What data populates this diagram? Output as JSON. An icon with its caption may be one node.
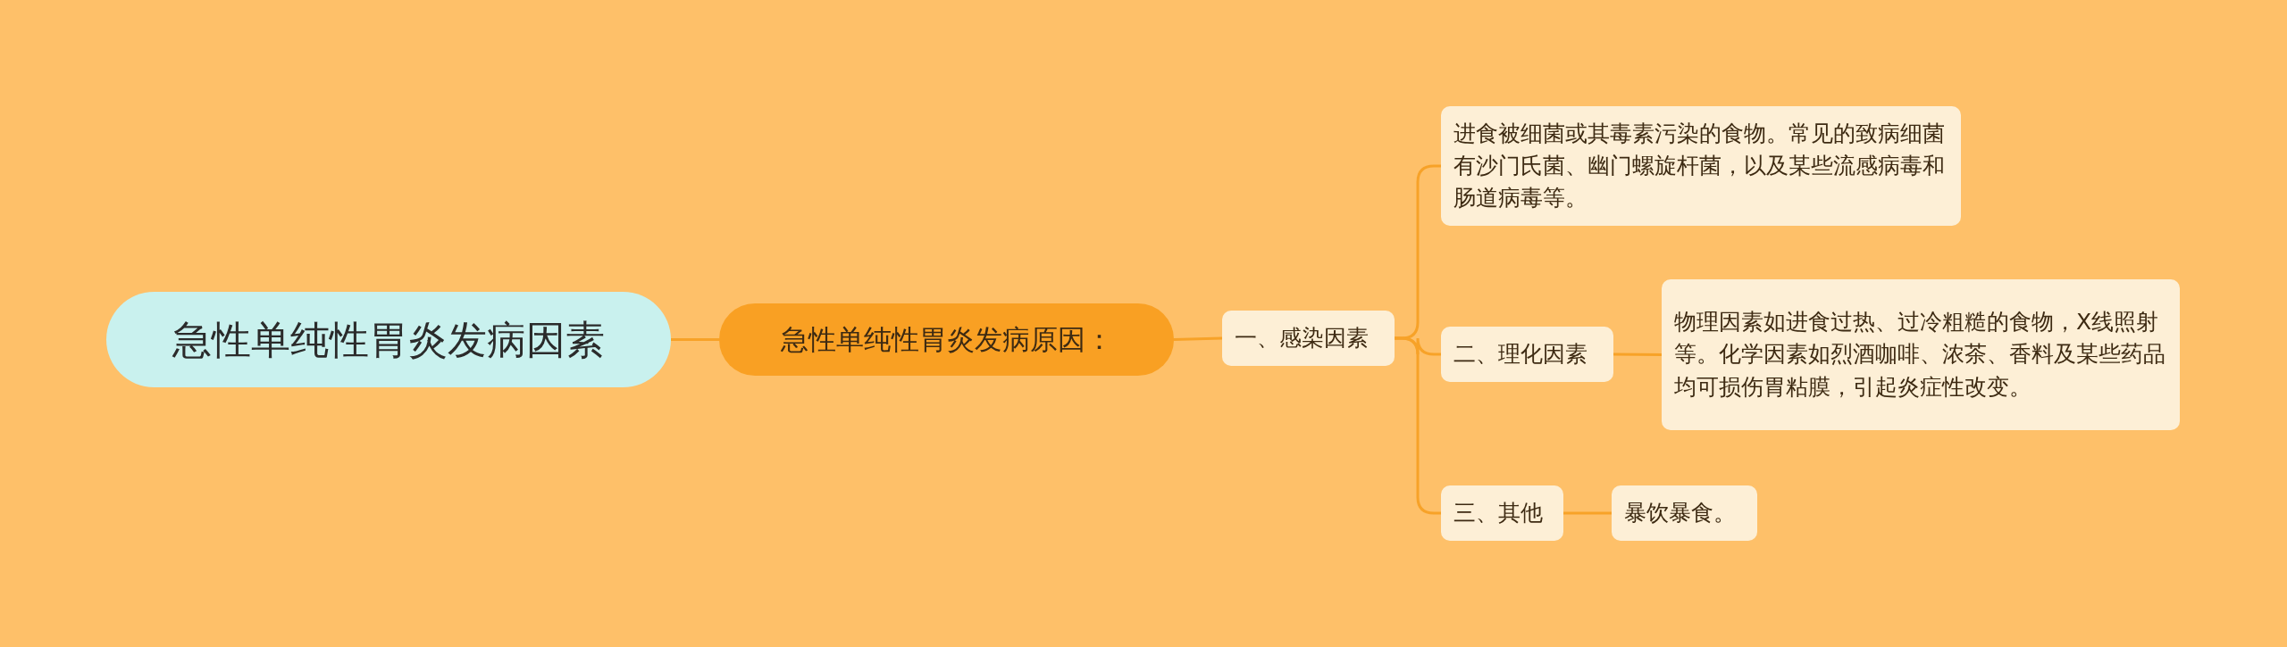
{
  "diagram": {
    "nodes": [
      {
        "text": [
          "急性单纯性胃炎发病因素"
        ]
      },
      {
        "text": [
          "急性单纯性胃炎发病原因："
        ]
      },
      {
        "text": [
          "一、感染因素"
        ]
      },
      {
        "text": [
          "进食被细菌或其毒素污染的食物。常见的致病细菌有沙门氏菌、幽门螺旋杆菌，以及某些流感病毒和肠道病毒等。"
        ]
      },
      {
        "text": [
          "二、理化因素"
        ]
      },
      {
        "text": [
          "物理因素如进食过热、过冷粗糙的食物，X线照射等。化学因素如烈酒咖啡、浓茶、香料及某些药品均可损伤胃粘膜，引起炎症性改变。"
        ]
      },
      {
        "text": [
          "三、其他"
        ]
      },
      {
        "text": [
          "暴饮暴食。"
        ]
      }
    ],
    "edges": [
      {
        "from": 0,
        "to": 1,
        "arrow": "none"
      },
      {
        "from": 1,
        "to": 2,
        "arrow": "none"
      },
      {
        "from": 2,
        "to": 3,
        "arrow": "none"
      },
      {
        "from": 2,
        "to": 4,
        "arrow": "none"
      },
      {
        "from": 2,
        "to": 6,
        "arrow": "none"
      },
      {
        "from": 4,
        "to": 5,
        "arrow": "none"
      },
      {
        "from": 6,
        "to": 7,
        "arrow": "none"
      }
    ]
  }
}
